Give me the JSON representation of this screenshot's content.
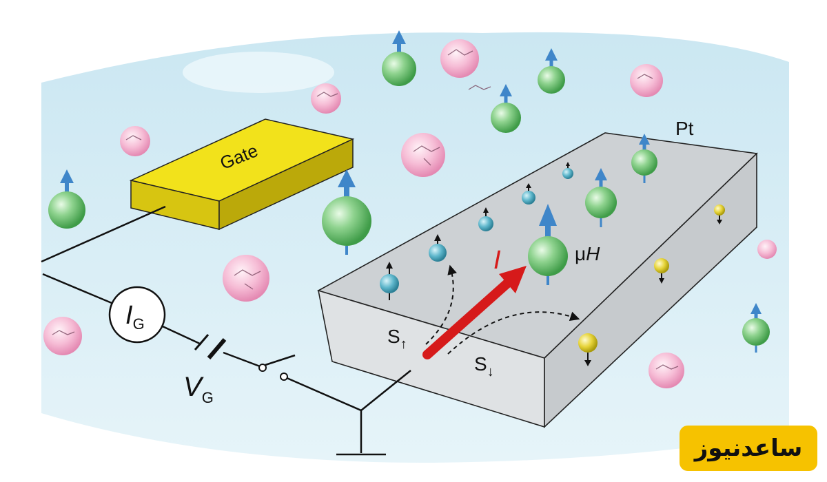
{
  "labels": {
    "gate": "Gate",
    "pt": "Pt",
    "current": "I",
    "field_mu": "μ",
    "field_h": "H",
    "ig_main": "I",
    "ig_sub": "G",
    "vg_main": "V",
    "vg_sub": "G",
    "s_up_main": "S",
    "s_up_sub": "↑",
    "s_down_main": "S",
    "s_down_sub": "↓"
  },
  "watermark": {
    "text": "ساعدنیوز"
  },
  "colors": {
    "background_fluid": "#d9eef5",
    "gate_top": "#f2e21b",
    "gate_side": "#c9b80f",
    "pt_top": "#cfd3d6",
    "pt_front": "#d9dcdf",
    "pt_side": "#c4c8cb",
    "current_arrow": "#e02020",
    "spin_green": "#5dbb63",
    "spin_blue_arrow": "#3f86c9",
    "ion_pink": "#f2a6c8",
    "spin_teal": "#3e9fb5",
    "spin_yellow": "#d8c21a",
    "watermark_bg": "#f6c200"
  }
}
